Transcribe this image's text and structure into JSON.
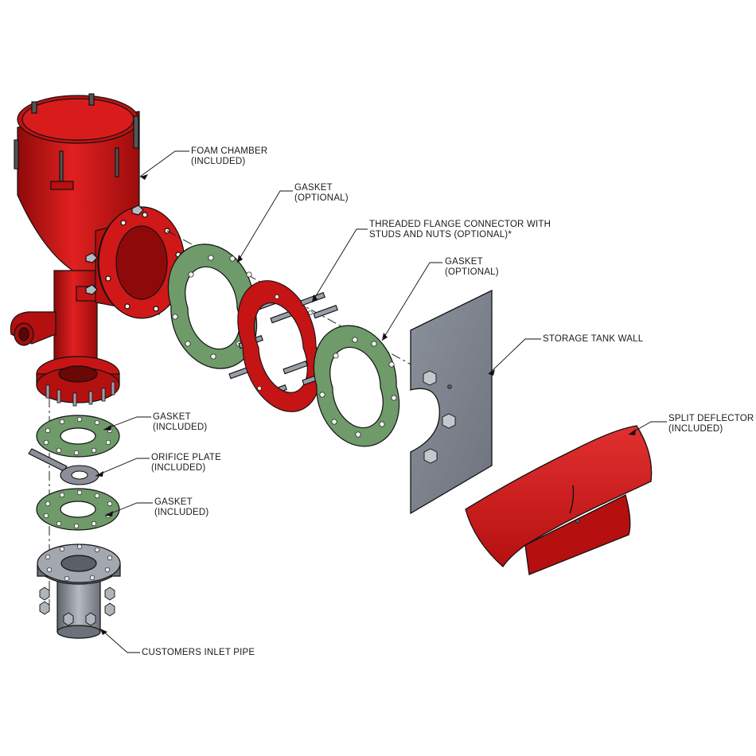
{
  "labels": {
    "foam_chamber": {
      "line1": "FOAM CHAMBER",
      "line2": "(INCLUDED)"
    },
    "gasket_top_1": {
      "line1": "GASKET",
      "line2": "(OPTIONAL)"
    },
    "threaded_flange": {
      "line1": "THREADED FLANGE CONNECTOR WITH",
      "line2": "STUDS AND NUTS (OPTIONAL)*"
    },
    "gasket_top_2": {
      "line1": "GASKET",
      "line2": "(OPTIONAL)"
    },
    "tank_wall": {
      "line1": "STORAGE TANK WALL"
    },
    "split_deflector": {
      "line1": "SPLIT DEFLECTOR",
      "line2": "(INCLUDED)"
    },
    "gasket_low_1": {
      "line1": "GASKET",
      "line2": "(INCLUDED)"
    },
    "orifice_plate": {
      "line1": "ORIFICE PLATE",
      "line2": "(INCLUDED)"
    },
    "gasket_low_2": {
      "line1": "GASKET",
      "line2": "(INCLUDED)"
    },
    "inlet_pipe": {
      "line1": "CUSTOMERS INLET PIPE"
    }
  },
  "colors": {
    "red": "#d01414",
    "red_dark": "#8e0a0a",
    "red_light": "#e63b3b",
    "gasket": "#6f9a6a",
    "steel": "#8a8f99",
    "steel_dark": "#5d626b",
    "outline": "#111111"
  }
}
